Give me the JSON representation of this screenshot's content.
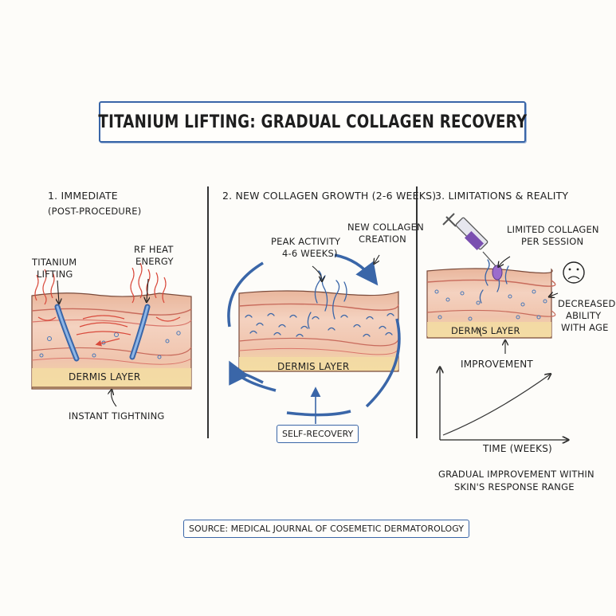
{
  "title": "TITANIUM LIFTING: GRADUAL COLLAGEN RECOVERY",
  "panel1": {
    "heading": "1. IMMEDIATE",
    "subheading": "(POST-PROCEDURE)",
    "titanium_label_1": "TITANIUM",
    "titanium_label_2": "LIFTING",
    "rf_label_1": "RF HEAT",
    "rf_label_2": "ENERGY",
    "dermis_label": "DERMIS LAYER",
    "tightening_label": "INSTANT TIGHTNING"
  },
  "panel2": {
    "heading": "2. NEW COLLAGEN GROWTH (2-6 WEEKS)",
    "new_collagen_1": "NEW COLLAGEN",
    "new_collagen_2": "CREATION",
    "peak_1": "PEAK ACTIVITY",
    "peak_2": "4-6 WEEKS)",
    "dermis_label": "DERMIS LAYER",
    "self_recovery": "SELF-RECOVERY"
  },
  "panel3": {
    "heading": "3. LIMITATIONS & REALITY",
    "limited_1": "LIMITED COLLAGEN",
    "limited_2": "PER SESSION",
    "decreased_1": "DECREASED",
    "decreased_2": "ABILITY",
    "decreased_3": "WITH AGE",
    "dermis_label": "DERMIS LAYER",
    "improvement_label": "IMPROVEMENT",
    "time_label": "TIME (WEEKS)",
    "gradual_1": "GRADUAL IMPROVEMENT WITHIN",
    "gradual_2": "SKIN'S RESPONSE RANGE",
    "face_icon": "sad-face-icon",
    "syringe_icon": "syringe-icon"
  },
  "source": "SOURCE: MEDICAL JOURNAL OF COSEMETIC DERMATOROLOGY",
  "colors": {
    "accent_blue": "#3a66a8",
    "skin_pink": "#f2c9b8",
    "skin_red": "#d9756a",
    "fat_yellow": "#f3dca3",
    "heat_red": "#d94a3c",
    "syringe_purple": "#7a4fb0"
  }
}
